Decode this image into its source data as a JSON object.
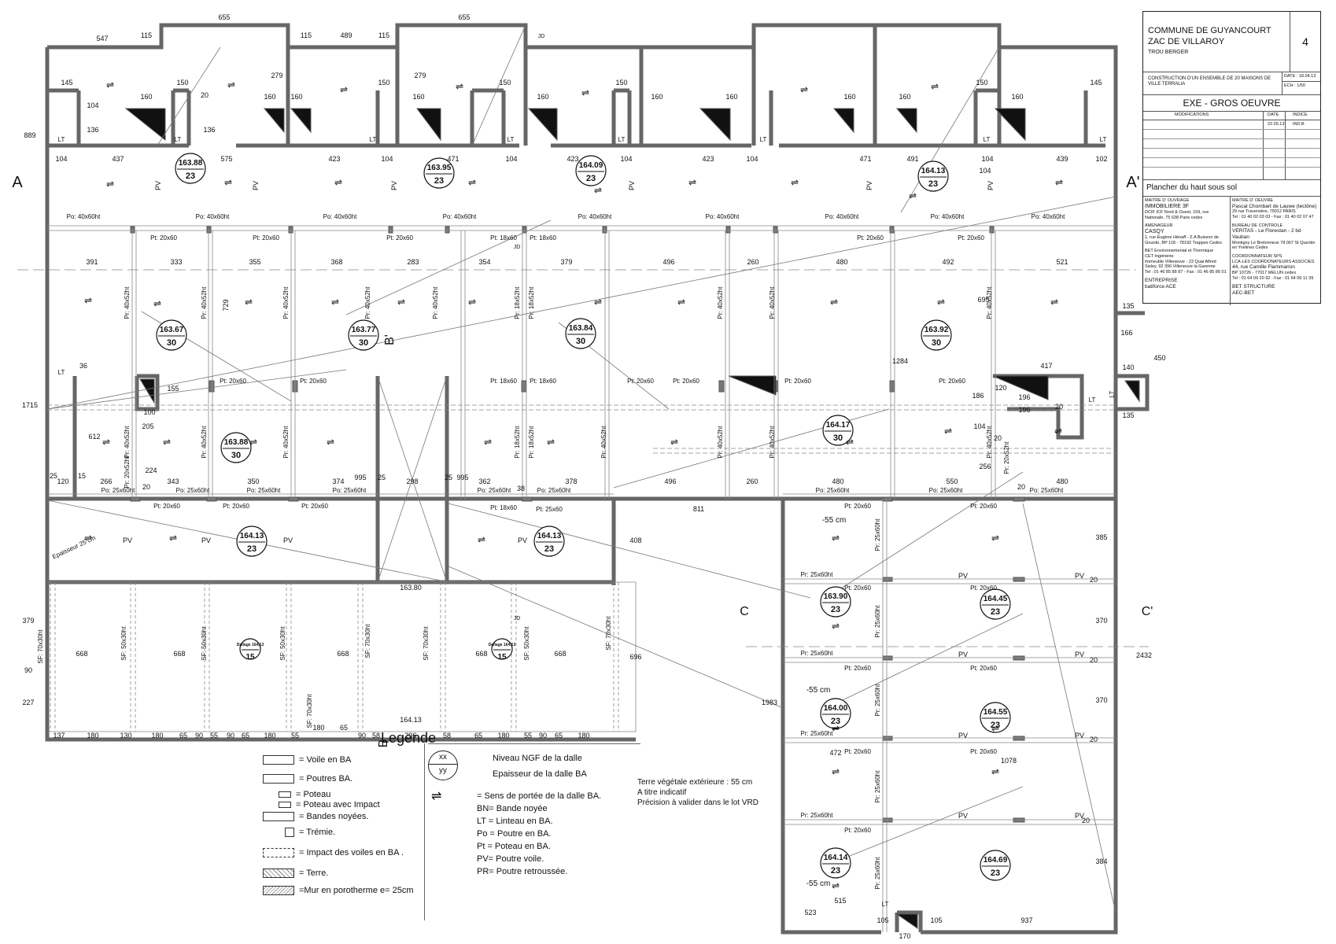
{
  "title_block": {
    "commune": "COMMUNE DE GUYANCOURT",
    "zac": "ZAC DE VILLAROY",
    "lieu": "TROU BERGER",
    "sheet": "4",
    "project": "CONSTRUCTION D'UN ENSEMBLE DE 20 MAISONS DE VILLE TERRALIA",
    "date_label": "DATE : 18.04.13",
    "ech_label": "ECH : 1/50",
    "phase": "EXE - GROS OEUVRE",
    "mod_header": "MODIFICATIONS",
    "date_header": "DATE",
    "indice_header": "INDICE",
    "mod_date": "22.05.13",
    "mod_indice": "IND.B",
    "drawing_title": "Plancher du haut sous sol",
    "moa_label": "MAITRE D' OUVRAGE",
    "moa_name": "IMMOBILIERE 3F",
    "moa_addr": "DCIF ICF Nord & Ouest, 159, rue Nationale, 75 638 Paris cedex",
    "moe_label": "MAITRE D' OEUVRE",
    "moe_name": "Pascal Chombart de Lauwe (tectône)",
    "moe_addr": "29 rue Traversière, 75012 PARIS",
    "moe_tel": "Tel : 01 40 02 03 03 - Fax : 01 40 02 07 47",
    "amen_label": "AMENAGEUR",
    "amen_name": "CASQY",
    "amen_addr": "1, rue Eugène Hénaff - Z.A Buisson de Gourde, BP 118 - 78192 Trappes Cedex",
    "bc_label": "BUREAU DE CONTROLE",
    "bc_name": "VERITAS - Le Florestan - 2 bd Vauban",
    "bc_addr": "Montigny Le Bretonneux 78 067 St Quentin en Yvelines Cedex",
    "bet_env_label": "BET Environnemental et Thermique",
    "bet_env_name": "CET Ingénierie",
    "bet_env_addr": "Immeuble Villeneuve - 23 Quai Alfred Sisley, 92 390 Villeneuve la Garenne",
    "bet_env_tel": "Tel : 01 46 85 88 87 - Fax : 01 46 85 86 01",
    "sps_label": "COORDONNATEUR SPS",
    "sps_name": "LCA-LES COORDONATEURS ASSOCIES",
    "sps_addr": "44, rue Camille Flammarion",
    "sps_addr2": "BP 10726 - 77017 MELUN cedex",
    "sps_tel": "Tel : 01 64 09 20 92 - Fax : 01 64 09 11 39",
    "ent_label": "ENTREPRISE",
    "ent_name": "batiforce ACE",
    "bet_struct_label": "BET STRUCTURE",
    "bet_struct_name": "AEC-BET"
  },
  "sections": {
    "a": "A",
    "a_prime": "A'",
    "b": "B",
    "b_prime": "B'",
    "c": "C",
    "c_prime": "C'",
    "jd": "JD"
  },
  "levels": [
    {
      "ngf": "163.88",
      "ep": "23"
    },
    {
      "ngf": "163.95",
      "ep": "23"
    },
    {
      "ngf": "164.09",
      "ep": "23"
    },
    {
      "ngf": "164.13",
      "ep": "23"
    },
    {
      "ngf": "163.67",
      "ep": "30"
    },
    {
      "ngf": "163.77",
      "ep": "30"
    },
    {
      "ngf": "163.84",
      "ep": "30"
    },
    {
      "ngf": "163.92",
      "ep": "30"
    },
    {
      "ngf": "163.88",
      "ep": "30"
    },
    {
      "ngf": "164.17",
      "ep": "30"
    },
    {
      "ngf": "164.13",
      "ep": "23"
    },
    {
      "ngf": "164.13",
      "ep": "23"
    },
    {
      "ngf": "Dallage 164.13",
      "ep": "15"
    },
    {
      "ngf": "Dallage 164.13",
      "ep": "15"
    },
    {
      "ngf": "163.90",
      "ep": "23"
    },
    {
      "ngf": "164.45",
      "ep": "23"
    },
    {
      "ngf": "164.00",
      "ep": "23"
    },
    {
      "ngf": "164.55",
      "ep": "23"
    },
    {
      "ngf": "164.14",
      "ep": "23"
    },
    {
      "ngf": "164.69",
      "ep": "23"
    }
  ],
  "dims_top": [
    "655",
    "655",
    "547",
    "115",
    "115",
    "489",
    "115",
    "279",
    "279",
    "145",
    "150",
    "150",
    "150",
    "150",
    "150",
    "145",
    "160",
    "160",
    "160",
    "160",
    "160",
    "160",
    "160",
    "160",
    "160",
    "160",
    "104",
    "136",
    "20",
    "136"
  ],
  "dims_row": [
    "104",
    "437",
    "575",
    "423",
    "104",
    "471",
    "104",
    "423",
    "104",
    "423",
    "104",
    "471",
    "104",
    "491",
    "104",
    "439",
    "102"
  ],
  "dims_mid": [
    "391",
    "333",
    "355",
    "368",
    "283",
    "354",
    "379",
    "496",
    "260",
    "480",
    "492",
    "521"
  ],
  "dims_low": [
    "120",
    "266",
    "343",
    "350",
    "374",
    "995",
    "25",
    "298",
    "25",
    "995",
    "362",
    "378",
    "496",
    "260",
    "480",
    "550",
    "480",
    "811"
  ],
  "dims_bottom": [
    "137",
    "180",
    "130",
    "180",
    "65",
    "90",
    "55",
    "90",
    "65",
    "180",
    "55",
    "180",
    "65",
    "90",
    "58",
    "296",
    "58",
    "65",
    "180",
    "55",
    "90",
    "65",
    "180"
  ],
  "dims_right_wing": [
    "523",
    "105",
    "105",
    "937",
    "170",
    "515",
    "472",
    "1078"
  ],
  "dims_vertical": [
    "889",
    "1715",
    "379",
    "90",
    "227",
    "1983",
    "2432",
    "696",
    "408",
    "450",
    "135",
    "140",
    "166",
    "135",
    "385",
    "370",
    "370",
    "384",
    "20",
    "20",
    "20",
    "20",
    "1284",
    "695",
    "417",
    "729"
  ],
  "minor_labels": [
    "36",
    "155",
    "100",
    "205",
    "612",
    "224",
    "20",
    "15",
    "25",
    "186",
    "120",
    "196",
    "196",
    "20",
    "104",
    "20",
    "256",
    "20",
    "38",
    "163.80",
    "164.13"
  ],
  "beams": {
    "po": "Po: 40x60ht",
    "pt": "Pt: 20x60",
    "pt18": "Pt: 18x60",
    "pt25": "Pt: 25x60",
    "pr40": "Pr: 40x52ht",
    "pr18": "Pr: 18x52ht",
    "pr20": "Pr: 20x52ht",
    "po25": "Po: 25x60ht",
    "pr25": "Pr: 25x60ht",
    "sf70": "SF: 70x30ht",
    "sf50": "SF: 50x30ht",
    "dim668": "668",
    "pv": "PV",
    "lt": "LT",
    "epaisseur": "Epaisseur 25 cm",
    "minus55": "-55 cm"
  },
  "legend": {
    "title": "Legende",
    "voile": "= Voile en BA",
    "poutres": "= Poutres BA.",
    "poteau": "= Poteau",
    "poteau_impact": "= Poteau avec Impact",
    "bandes": "= Bandes noyées.",
    "tremie": "= Trémie.",
    "impact": "= Impact des voiles en BA .",
    "terre": "= Terre.",
    "mur": "=Mur en porotherme e= 25cm",
    "xx": "xx",
    "yy": "yy",
    "niveau": "Niveau NGF de la dalle",
    "epaisseur": "Epaisseur de la dalle BA",
    "sens": "= Sens de portée de la dalle BA.",
    "bn": "BN= Bande noyée",
    "lt": "LT = Linteau en BA.",
    "po": "Po = Poutre en BA.",
    "pt": "Pt = Poteau en BA.",
    "pv": "PV= Poutre voile.",
    "pr": "PR= Poutre retroussée."
  },
  "note": {
    "l1": "Terre végétale extérieure : 55 cm",
    "l2": "A titre indicatif",
    "l3": "Précision à valider dans le lot VRD"
  }
}
